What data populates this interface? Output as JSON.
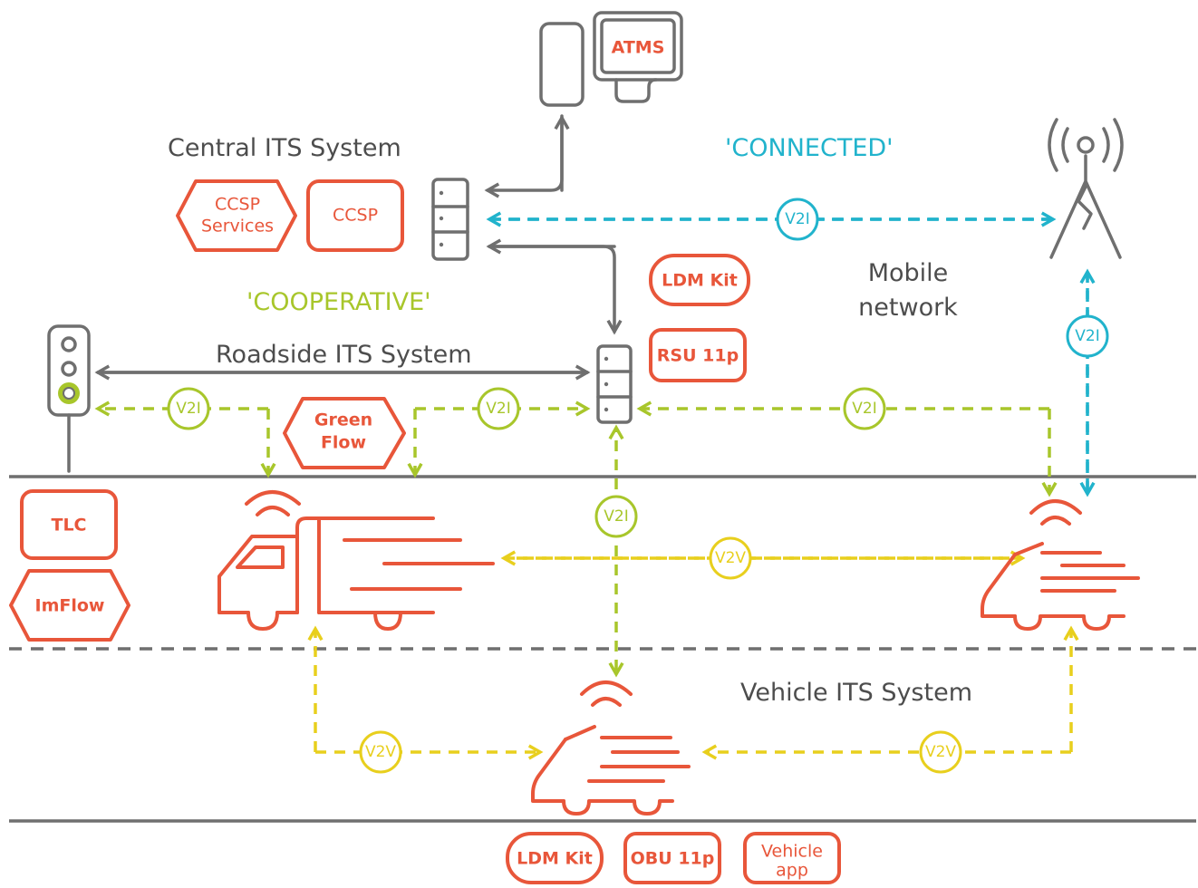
{
  "colors": {
    "red": "#e8563a",
    "grey": "#6f6f6f",
    "dark_text": "#4d4d4d",
    "cyan": "#21b3cc",
    "lime": "#a8c62b",
    "yellow": "#e8cf1d"
  },
  "headings": {
    "central": "Central ITS System",
    "connected": "'CONNECTED'",
    "cooperative": "'COOPERATIVE'",
    "roadside": "Roadside ITS System",
    "mobile_line1": "Mobile",
    "mobile_line2": "network",
    "vehicle": "Vehicle ITS System"
  },
  "boxes": {
    "atms": "ATMS",
    "ccsp_services_line1": "CCSP",
    "ccsp_services_line2": "Services",
    "ccsp": "CCSP",
    "ldm_kit_top": "LDM Kit",
    "rsu": "RSU 11p",
    "green_flow_line1": "Green",
    "green_flow_line2": "Flow",
    "tlc": "TLC",
    "imflow": "ImFlow",
    "ldm_kit_bottom": "LDM Kit",
    "obu": "OBU 11p",
    "vehicle_app_line1": "Vehicle",
    "vehicle_app_line2": "app"
  },
  "badges": {
    "v2i": "V2I",
    "v2v": "V2V"
  },
  "icons": [
    "desktop-tower-icon",
    "atms-monitor-icon",
    "server-icon",
    "cell-tower-icon",
    "traffic-light-icon",
    "truck-icon",
    "car-icon"
  ]
}
